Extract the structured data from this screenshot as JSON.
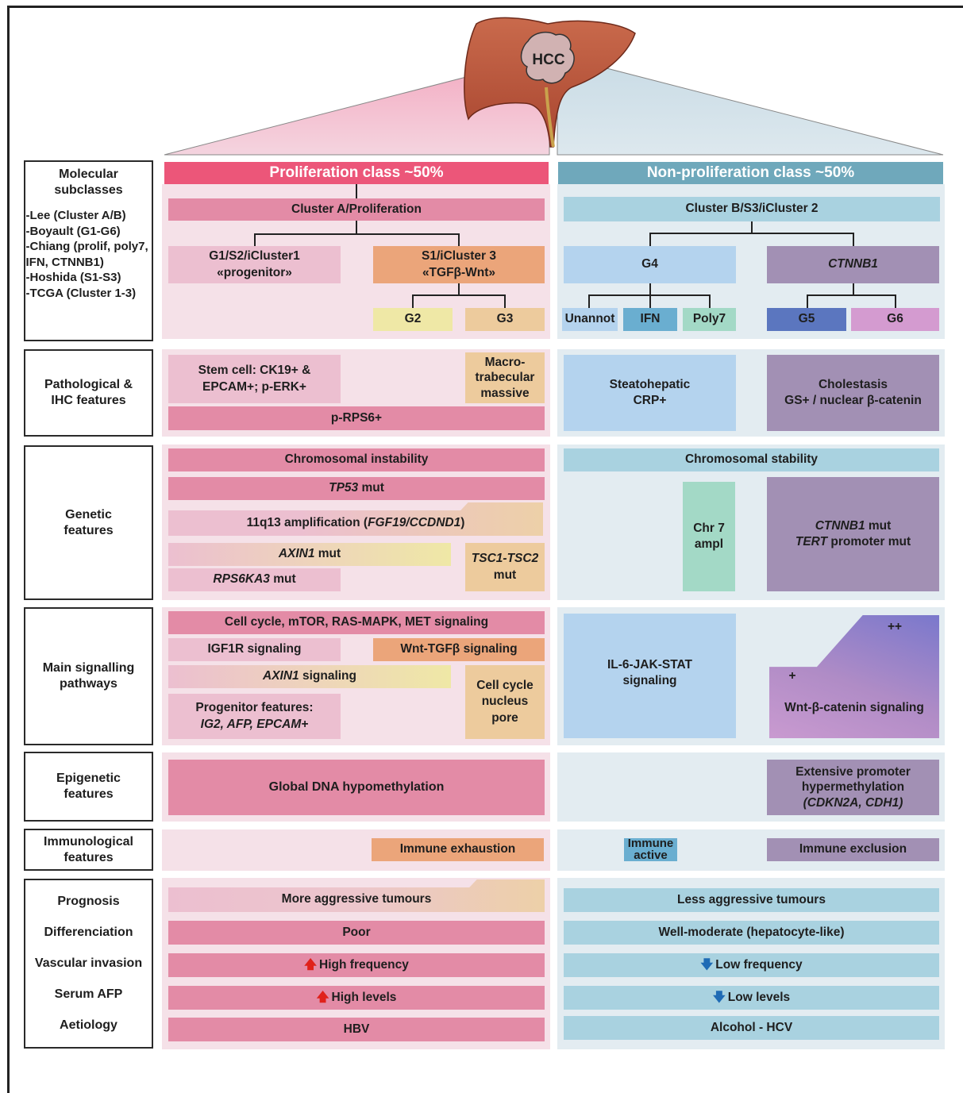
{
  "hcc_label": "HCC",
  "classes": {
    "proliferation": "Proliferation class ~50%",
    "non_proliferation": "Non-proliferation class ~50%"
  },
  "row_labels": {
    "molecular_title": "Molecular subclasses",
    "molecular_list": [
      "-Lee (Cluster A/B)",
      "-Boyault (G1-G6)",
      "-Chiang (prolif, poly7, IFN, CTNNB1)",
      "-Hoshida (S1-S3)",
      "-TCGA (Cluster 1-3)"
    ],
    "pathological": "Pathological & IHC features",
    "genetic": "Genetic features",
    "signalling": "Main signalling pathways",
    "epigenetic": "Epigenetic features",
    "immunological": "Immunological features",
    "prognosis": "Prognosis",
    "differenciation": "Differenciation",
    "vascular": "Vascular invasion",
    "serum": "Serum AFP",
    "aetiology": "Aetiology"
  },
  "molecular": {
    "cluster_a": "Cluster A/Proliferation",
    "g1": "G1/S2/iCluster1",
    "g1_sub": "«progenitor»",
    "s1": "S1/iCluster 3",
    "s1_sub": "«TGFβ-Wnt»",
    "g2": "G2",
    "g3": "G3",
    "cluster_b": "Cluster B/S3/iCluster 2",
    "g4": "G4",
    "ctnnb1": "CTNNB1",
    "unannot": "Unannot",
    "ifn": "IFN",
    "poly7": "Poly7",
    "g5": "G5",
    "g6": "G6"
  },
  "pathological": {
    "stem1": "Stem cell: CK19+ &",
    "stem2": "EPCAM+; p-ERK+",
    "macro1": "Macro-",
    "macro2": "trabecular",
    "macro3": "massive",
    "rps6": "p-RPS6+",
    "steato1": "Steatohepatic",
    "steato2": "CRP+",
    "chol1": "Cholestasis",
    "chol2": "GS+ / nuclear β-catenin"
  },
  "genetic": {
    "instability": "Chromosomal instability",
    "tp53_gene": "TP53",
    "tp53_rest": " mut",
    "amp_pre": "11q13 amplification (",
    "amp_genes": "FGF19/CCDND1",
    "amp_post": ")",
    "axin1_gene": "AXIN1",
    "axin1_rest": " mut",
    "rps6ka3_gene": "RPS6KA3",
    "rps6ka3_rest": " mut",
    "tsc_gene": "TSC1-TSC2",
    "tsc_rest": "mut",
    "stability": "Chromosomal stability",
    "chr7_1": "Chr 7",
    "chr7_2": "ampl",
    "ctnnb1_gene": "CTNNB1",
    "ctnnb1_rest": " mut",
    "tert_gene": "TERT",
    "tert_rest": " promoter mut"
  },
  "signalling": {
    "cellcycle": "Cell cycle, mTOR, RAS-MAPK, MET signaling",
    "igf1r": "IGF1R signaling",
    "wnt_tgf": "Wnt-TGFβ signaling",
    "axin1_gene": "AXIN1",
    "axin1_rest": " signaling",
    "progenitor1": "Progenitor features:",
    "progenitor2": "IG2, AFP, EPCAM+",
    "pore1": "Cell cycle",
    "pore2": "nucleus",
    "pore3": "pore",
    "il6_1": "IL-6-JAK-STAT",
    "il6_2": "signaling",
    "plusplus": "++",
    "plus": "+",
    "wnt_cat": "Wnt-β-catenin signaling"
  },
  "epigenetic": {
    "hypo": "Global DNA hypomethylation",
    "hyper1": "Extensive promoter",
    "hyper2": "hypermethylation",
    "hyper3": "(CDKN2A, CDH1)"
  },
  "immunological": {
    "exhaustion": "Immune exhaustion",
    "active1": "Immune",
    "active2": "active",
    "exclusion": "Immune exclusion"
  },
  "prognosis": {
    "l_prog": "More aggressive tumours",
    "l_diff": "Poor",
    "l_vasc": "High frequency",
    "l_afp": "High levels",
    "l_aet": "HBV",
    "r_prog": "Less aggressive tumours",
    "r_diff": "Well-moderate (hepatocyte-like)",
    "r_vasc": "Low frequency",
    "r_afp": "Low levels",
    "r_aet": "Alcohol - HCV"
  },
  "colors": {
    "proliferation_header": "#ec5679",
    "non_proliferation_header": "#6fa8bb",
    "liver": "#b5533e"
  }
}
